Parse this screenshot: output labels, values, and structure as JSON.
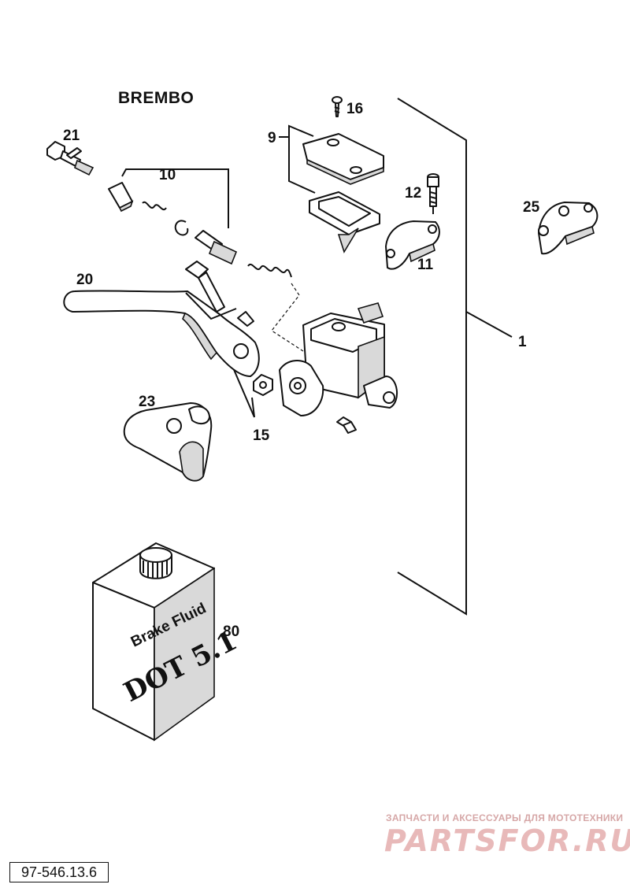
{
  "title": "BREMBO",
  "callouts": {
    "c1": "1",
    "c9": "9",
    "c10": "10",
    "c11": "11",
    "c12": "12",
    "c15": "15",
    "c16": "16",
    "c20": "20",
    "c21": "21",
    "c23": "23",
    "c25": "25",
    "c80": "80"
  },
  "fluid_can": {
    "label_line1": "Brake Fluid",
    "label_line2": "DOT 5.1"
  },
  "drawing_code": "97-546.13.6",
  "watermark": {
    "tagline": "ЗАПЧАСТИ И АКСЕССУАРЫ ДЛЯ МОТОТЕХНИКИ",
    "logo": "PARTSFOR.RU",
    "color": "#e8b9b9"
  }
}
